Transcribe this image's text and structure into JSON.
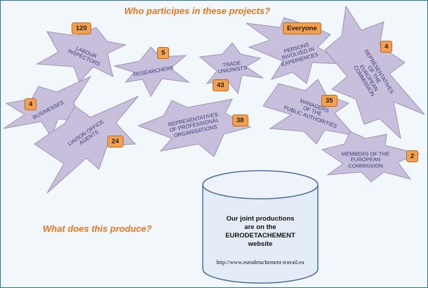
{
  "questions": {
    "top": "Who participes in these projects?",
    "bottom": "What does this produce?"
  },
  "participants": [
    {
      "key": "labour",
      "label": "LABOUR\nINSPECTORS",
      "count": "120"
    },
    {
      "key": "researchers",
      "label": "RESEARCHERS",
      "count": "5"
    },
    {
      "key": "trade",
      "label": "TRADE\nUNIONISTS",
      "count": "43"
    },
    {
      "key": "persons",
      "label": "PERSONS\nINVOLVED IN\nEXPERIENCES",
      "count": "Everyone"
    },
    {
      "key": "repec",
      "label": "REPRESENTATIVES\nOF THE\nEUROPEAN COMMISSION",
      "count": "4"
    },
    {
      "key": "businesses",
      "label": "BUSINESSES",
      "count": "4"
    },
    {
      "key": "liaison",
      "label": "LIAISON OFFICE\nAGENTS",
      "count": "24"
    },
    {
      "key": "profs",
      "label": "REPRESENTATIVES\nOF PROFESSIONAL\nORGANISATIONS",
      "count": "38"
    },
    {
      "key": "managers",
      "label": "MANAGERS\nOF THE\nPUBLIC AUTHORITIES",
      "count": "35"
    },
    {
      "key": "members",
      "label": "MEMBERS OF THE\nEUROPEAN\nCOMMISSION",
      "count": "2"
    }
  ],
  "output": {
    "line1": "Our joint productions",
    "line2": "are on the",
    "line3": "EURODETACHEMENT",
    "line4": "website",
    "url": "http://www.eurodetachement-travail.eu"
  },
  "colors": {
    "star_fill": "#c7bfdc",
    "badge": "#f4a04d",
    "heading": "#e07722",
    "border": "#2f6fa7"
  }
}
